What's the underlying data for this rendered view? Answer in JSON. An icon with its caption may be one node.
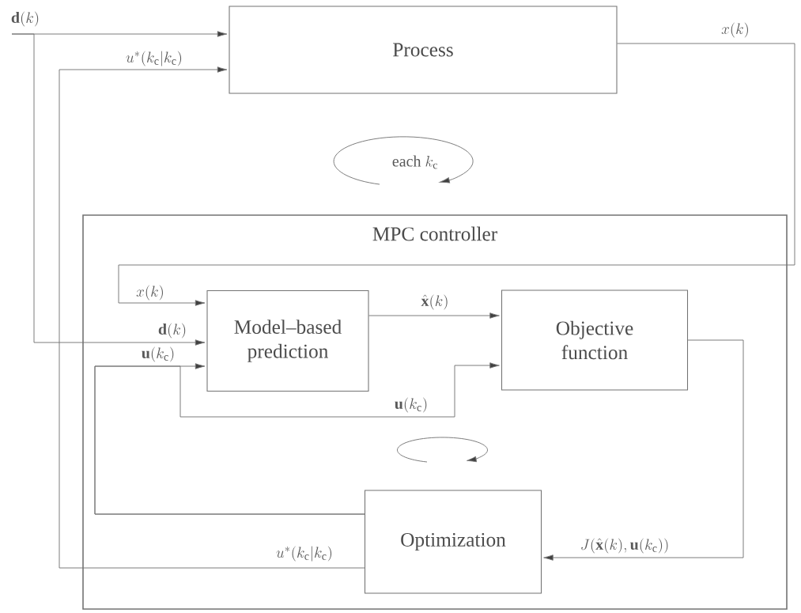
{
  "diagram": {
    "nodes": [
      {
        "text": [
          "Process"
        ]
      },
      {
        "text": [
          "MPC controller"
        ]
      },
      {
        "text": [
          "Model–based prediction"
        ],
        "in": 1
      },
      {
        "text": [
          "Objective function"
        ],
        "in": 1
      },
      {
        "text": [
          "Optimization"
        ],
        "in": 1
      }
    ],
    "edges": [
      {
        "from": null,
        "to": 0,
        "arrow": "to",
        "label": "\\mathbf{d}(k)"
      },
      {
        "from": null,
        "to": 2,
        "arrow": "to",
        "label": "\\mathbf{d}(k)"
      },
      {
        "from": 4,
        "to": 0,
        "arrow": "to",
        "label": "u^{*}(k_{\\mathrm{c}}|k_{\\mathrm{c}})"
      },
      {
        "from": 0,
        "to": 2,
        "arrow": "to",
        "label": "x(k)"
      },
      {
        "from": 2,
        "to": 3,
        "arrow": "to",
        "label": "\\hat{\\mathbf{x}}(k)"
      },
      {
        "from": 4,
        "to": 2,
        "arrow": "to",
        "label": "\\mathbf{u}(k_{\\mathrm{c}})"
      },
      {
        "from": 4,
        "to": 3,
        "arrow": "to",
        "label": "\\mathbf{u}(k_{\\mathrm{c}})"
      },
      {
        "from": 3,
        "to": 4,
        "arrow": "to",
        "label": "J(\\hat{\\mathbf{x}}(k),\\mathbf{u}(k_{\\mathrm{c}}))"
      }
    ],
    "labels": [
      "\\mbox{each }k_{\\mathrm{c}}",
      "x(k)",
      "u^{*}(k_{\\mathrm{c}}|k_{\\mathrm{c}})"
    ]
  }
}
